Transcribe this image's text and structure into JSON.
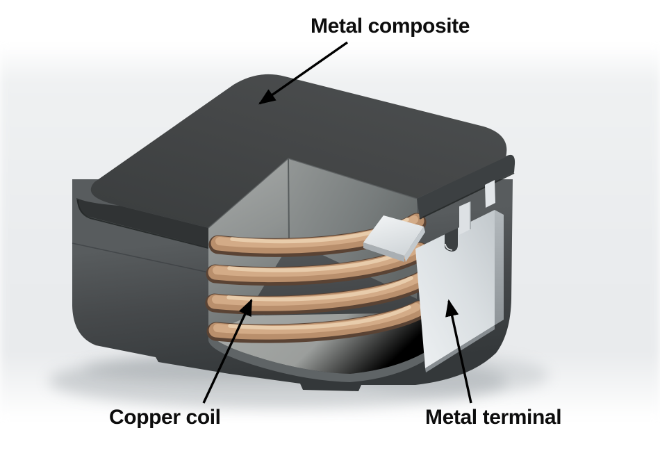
{
  "figure": {
    "type": "labeled-3d-cutaway-illustration",
    "subject": "Power inductor cutaway showing internal construction",
    "labels": {
      "metal_composite": "Metal composite",
      "copper_coil": "Copper coil",
      "metal_terminal": "Metal terminal"
    },
    "palette": {
      "background": "#eceef0",
      "label_text": "#0d0d0d",
      "arrow": "#000000",
      "core_top": "#454748",
      "core_shadow": "#313435",
      "body_gray": "#4c5052",
      "cut_wall_light": "#a4a8a7",
      "cut_wall_dark": "#6f7474",
      "cavity_floor": "#a0a3a1",
      "copper_highlight": "#e8ccab",
      "copper_mid": "#b98f6c",
      "copper_shadow": "#5a4334",
      "terminal_bright": "#eef1f3",
      "terminal_mid": "#c2c8cc",
      "terminal_dark": "#8e9498"
    }
  }
}
